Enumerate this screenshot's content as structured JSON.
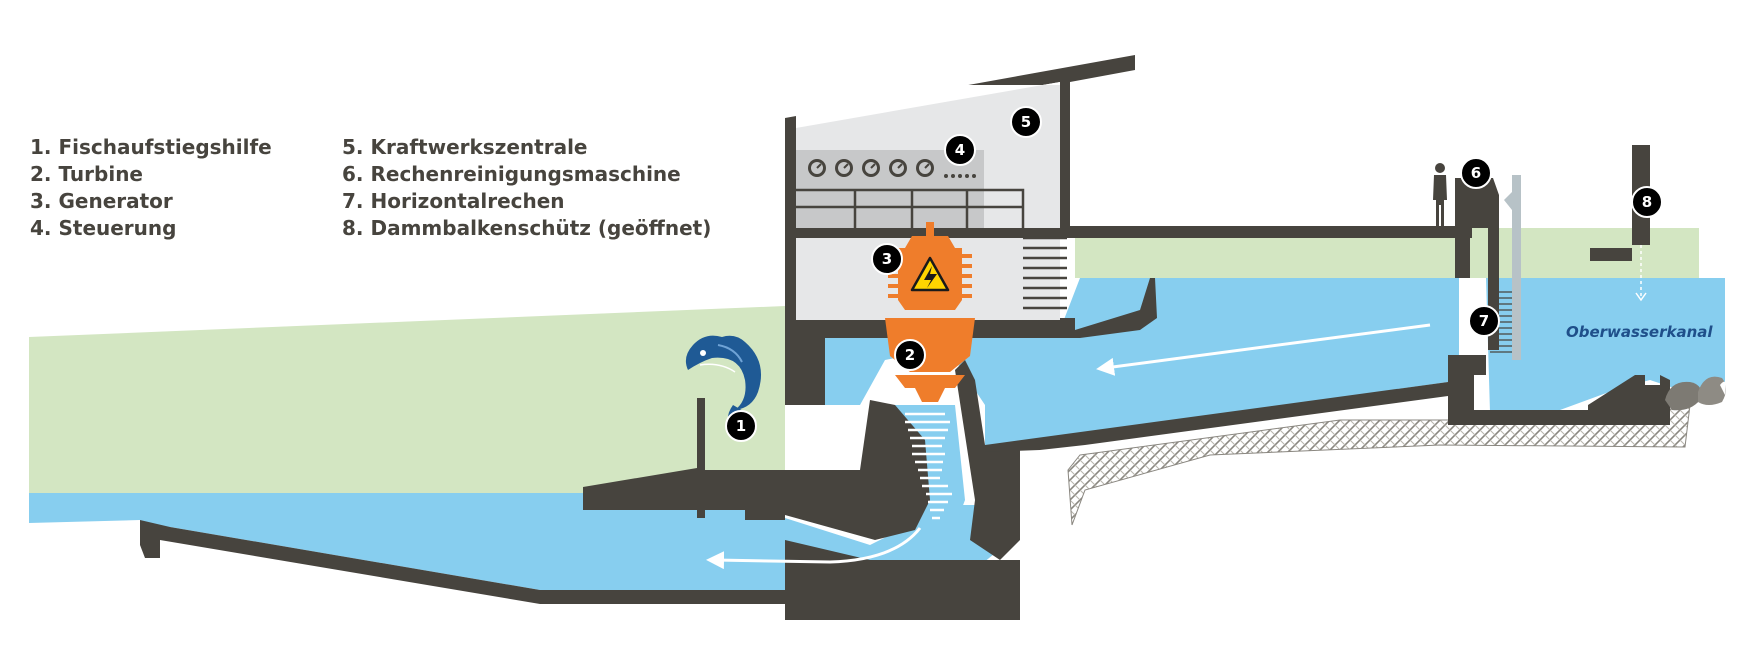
{
  "legend": {
    "left": [
      "1. Fischaufstiegshilfe",
      "2. Turbine",
      "3. Generator",
      "4. Steuerung"
    ],
    "right": [
      "5. Kraftwerkszentrale",
      "6. Rechenreinigungsmaschine",
      "7. Horizontalrechen",
      "8. Dammbalkenschütz (geöffnet)"
    ]
  },
  "markers": [
    "1",
    "2",
    "3",
    "4",
    "5",
    "6",
    "7",
    "8"
  ],
  "channel_label": "Oberwasserkanal",
  "colors": {
    "concrete": "#47443e",
    "water": "#87ceef",
    "embankment": "#d3e6c2",
    "turbine": "#ef7d2b",
    "room": "#e6e7e8",
    "marker": "#000000",
    "fish": "#1f5a95",
    "warning": "#ffd400"
  },
  "icons": [
    "fish-icon",
    "lightning-warning-icon",
    "gauge-icon",
    "person-icon",
    "flow-arrow-icon"
  ]
}
